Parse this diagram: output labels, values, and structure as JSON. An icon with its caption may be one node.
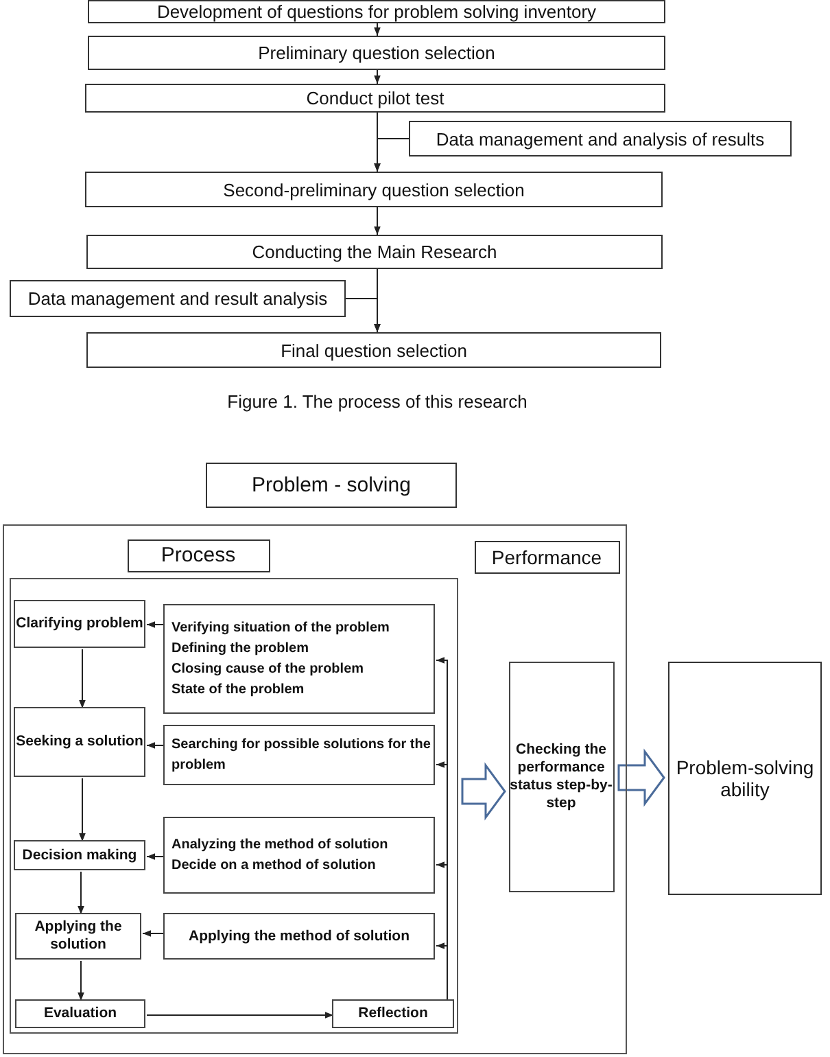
{
  "diagram": {
    "caption": "Figure 1. The process of this research",
    "nodes": [
      {
        "text": [
          "Development of questions for problem solving inventory"
        ]
      },
      {
        "text": [
          "Preliminary question selection"
        ]
      },
      {
        "text": [
          "Conduct pilot test"
        ]
      },
      {
        "text": [
          "Data management and analysis of results"
        ]
      },
      {
        "text": [
          "Second-preliminary question selection"
        ]
      },
      {
        "text": [
          "Conducting the Main Research"
        ]
      },
      {
        "text": [
          "Data management and result analysis"
        ]
      },
      {
        "text": [
          "Final question selection"
        ]
      },
      {
        "text": [
          "Problem - solving"
        ]
      },
      {
        "text": [],
        "shape": "box"
      },
      {
        "text": [
          "Process"
        ],
        "in": 9
      },
      {
        "text": [
          "Performance"
        ],
        "in": 9
      },
      {
        "text": [],
        "shape": "box",
        "in": 9
      },
      {
        "text": [
          "Clarifying problem"
        ],
        "in": 12
      },
      {
        "text": [
          "Verifying situation of the problem",
          "Defining the problem",
          "Closing cause of the problem",
          "State of the problem"
        ],
        "in": 12
      },
      {
        "text": [
          "Seeking a solution"
        ],
        "in": 12
      },
      {
        "text": [
          "Searching for possible solutions for the problem"
        ],
        "in": 12
      },
      {
        "text": [
          "Decision making"
        ],
        "in": 12
      },
      {
        "text": [
          "Analyzing the method of solution",
          "Decide on a method of solution"
        ],
        "in": 12
      },
      {
        "text": [
          "Applying the solution"
        ],
        "in": 12
      },
      {
        "text": [
          "Applying the method of solution"
        ],
        "in": 12
      },
      {
        "text": [
          "Evaluation"
        ],
        "in": 12
      },
      {
        "text": [
          "Reflection"
        ],
        "in": 12
      },
      {
        "text": [
          "Checking the performance status step-by-step"
        ],
        "in": 9
      },
      {
        "text": [
          "Problem-solving ability"
        ]
      }
    ],
    "edges": [
      {
        "from": 0,
        "to": 1,
        "arrow": "to"
      },
      {
        "from": 1,
        "to": 2,
        "arrow": "to"
      },
      {
        "from": 2,
        "to": 4,
        "arrow": "to"
      },
      {
        "from": 3,
        "to": 4,
        "arrow": "to"
      },
      {
        "from": 4,
        "to": 5,
        "arrow": "to"
      },
      {
        "from": 5,
        "to": 7,
        "arrow": "to"
      },
      {
        "from": 6,
        "to": 7,
        "arrow": "to"
      },
      {
        "from": 13,
        "to": 15,
        "arrow": "to"
      },
      {
        "from": 15,
        "to": 17,
        "arrow": "to"
      },
      {
        "from": 17,
        "to": 19,
        "arrow": "to"
      },
      {
        "from": 19,
        "to": 21,
        "arrow": "to"
      },
      {
        "from": 14,
        "to": 13,
        "arrow": "to"
      },
      {
        "from": 16,
        "to": 15,
        "arrow": "to"
      },
      {
        "from": 18,
        "to": 17,
        "arrow": "to"
      },
      {
        "from": 20,
        "to": 19,
        "arrow": "to"
      },
      {
        "from": 21,
        "to": 22,
        "arrow": "to"
      },
      {
        "from": 22,
        "to": 14,
        "arrow": "to"
      },
      {
        "from": 22,
        "to": 16,
        "arrow": "to"
      },
      {
        "from": 22,
        "to": 18,
        "arrow": "to"
      },
      {
        "from": 22,
        "to": 20,
        "arrow": "to"
      },
      {
        "from": 12,
        "to": 23,
        "arrow": "to",
        "style": "thick",
        "color": "#4a6b9a"
      },
      {
        "from": 23,
        "to": 24,
        "arrow": "to",
        "style": "thick",
        "color": "#4a6b9a"
      }
    ]
  }
}
